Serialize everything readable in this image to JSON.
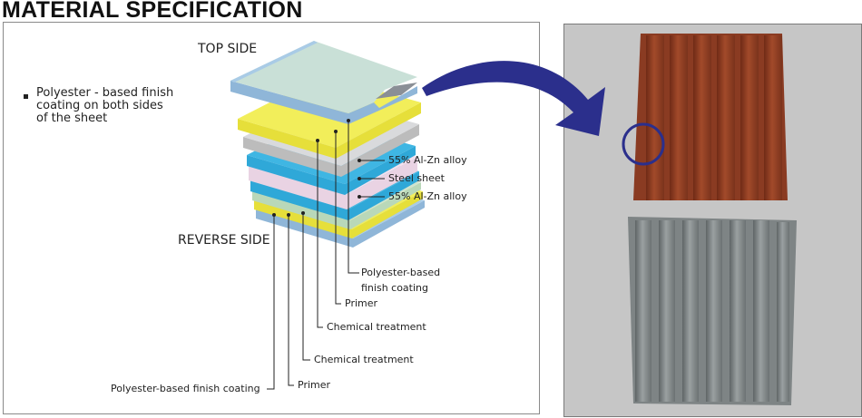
{
  "title": "MATERIAL SPECIFICATION",
  "bullet": "Polyester - based finish\ncoating on both sides\nof the sheet",
  "sides": {
    "top": "TOP SIDE",
    "reverse": "REVERSE SIDE"
  },
  "labels": {
    "alzn_top": "55% Al-Zn alloy",
    "steel": "Steel sheet",
    "alzn_bottom": "55% Al-Zn alloy",
    "poly_top": "Polyester-based\nfinish coating",
    "primer_top": "Primer",
    "chem_top": "Chemical treatment",
    "chem_bottom": "Chemical treatment",
    "poly_bottom": "Polyester-based finish coating",
    "primer_bottom": "Primer"
  },
  "colors": {
    "arrow": "#2b2f8c",
    "highlight_circle": "#2b2f8c",
    "sheet_red": "#8a3b22",
    "sheet_grey": "#7e8485",
    "panel_bg": "#c6c6c6",
    "layer_blue": "#a9cbe6",
    "layer_cyan": "#3fb6e3",
    "layer_yellow": "#f2ee5a",
    "layer_green": "#cfe4cf",
    "layer_pink": "#f4e1ee",
    "layer_grey": "#d9dadc"
  },
  "icons": {
    "bullet": "black-square-bullet",
    "arrow": "curved-arrow-right-to-sheet",
    "circle": "highlight-circle"
  }
}
